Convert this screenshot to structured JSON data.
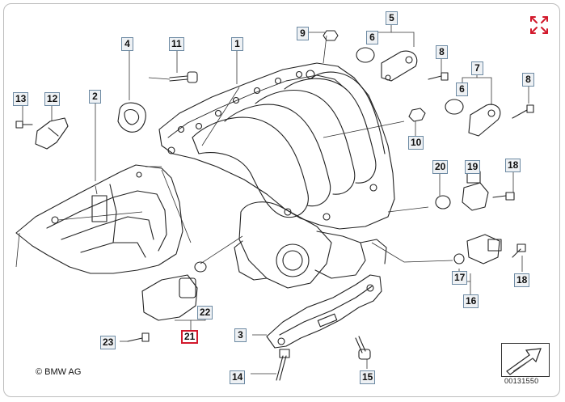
{
  "diagram": {
    "copyright": "© BMW AG",
    "document_number": "00131550",
    "callouts": [
      {
        "id": "c1",
        "label": "1"
      },
      {
        "id": "c2",
        "label": "2"
      },
      {
        "id": "c3",
        "label": "3"
      },
      {
        "id": "c4",
        "label": "4"
      },
      {
        "id": "c5",
        "label": "5"
      },
      {
        "id": "c6a",
        "label": "6"
      },
      {
        "id": "c6b",
        "label": "6"
      },
      {
        "id": "c7",
        "label": "7"
      },
      {
        "id": "c8a",
        "label": "8"
      },
      {
        "id": "c8b",
        "label": "8"
      },
      {
        "id": "c9",
        "label": "9"
      },
      {
        "id": "c10",
        "label": "10"
      },
      {
        "id": "c11",
        "label": "11"
      },
      {
        "id": "c12",
        "label": "12"
      },
      {
        "id": "c13",
        "label": "13"
      },
      {
        "id": "c14",
        "label": "14"
      },
      {
        "id": "c15",
        "label": "15"
      },
      {
        "id": "c16",
        "label": "16"
      },
      {
        "id": "c17",
        "label": "17"
      },
      {
        "id": "c18a",
        "label": "18"
      },
      {
        "id": "c18b",
        "label": "18"
      },
      {
        "id": "c19",
        "label": "19"
      },
      {
        "id": "c20",
        "label": "20"
      },
      {
        "id": "c21",
        "label": "21",
        "selected": true
      },
      {
        "id": "c22",
        "label": "22"
      },
      {
        "id": "c23",
        "label": "23"
      }
    ],
    "icons": {
      "expand": "expand-arrows-icon",
      "navigate": "forward-arrow-icon"
    },
    "colors": {
      "callout_border": "#6d8aa3",
      "callout_fill": "#eef1f4",
      "selected_border": "#d2192c",
      "expand_icon": "#d2192c"
    }
  }
}
